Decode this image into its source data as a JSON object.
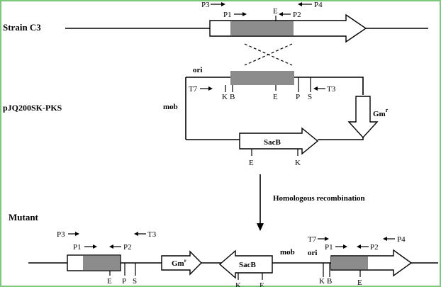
{
  "labels": {
    "strain": "Strain C3",
    "plasmid": "pJQ200SK-PKS",
    "mutant": "Mutant",
    "process": "Homologous recombination"
  },
  "primers": {
    "p1": "P1",
    "p2": "P2",
    "p3": "P3",
    "p4": "P4",
    "t3": "T3",
    "t7": "T7"
  },
  "sites": {
    "e": "E",
    "k": "K",
    "b": "B",
    "p": "P",
    "s": "S"
  },
  "elements": {
    "ori": "ori",
    "mob": "mob",
    "gm": "Gm",
    "gm_sup": "r",
    "sacb": "SacB"
  }
}
